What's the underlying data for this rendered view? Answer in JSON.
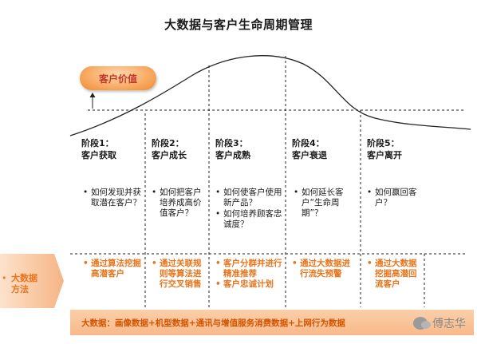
{
  "title": "大数据与客户生命周期管理",
  "customer_value": "客户价值",
  "stages": [
    {
      "head": [
        "阶段1：",
        "客户获取"
      ],
      "questions": [
        "如何发现并获取潜在客户？"
      ],
      "methods": [
        "通过算法挖掘高潜客户"
      ]
    },
    {
      "head": [
        "阶段2：",
        "客户成长"
      ],
      "questions": [
        "如何把客户培养成高价值客户？"
      ],
      "methods": [
        "通过关联规则等算法进行交叉销售"
      ]
    },
    {
      "head": [
        "阶段3：",
        "客户成熟"
      ],
      "questions": [
        "如何使客户使用新产品？",
        "如何培养顾客忠诚度？"
      ],
      "methods": [
        "客户分群并进行精准推荐",
        "客户忠诚计划"
      ]
    },
    {
      "head": [
        "阶段4：",
        "客户衰退"
      ],
      "questions": [
        "如何延长客户“生命周期”？"
      ],
      "methods": [
        "通过大数据进行流失预警"
      ]
    },
    {
      "head": [
        "阶段5：",
        "客户离开"
      ],
      "questions": [
        "如何赢回客户？"
      ],
      "methods": [
        "通过大数据挖掘高潜回流客户"
      ]
    }
  ],
  "left_label": {
    "bullet": "•",
    "line1": "大数据",
    "line2": "方法"
  },
  "bottom_bar": "大数据：画像数据+机型数据+通讯与增值服务消费数据+上网行为数据",
  "watermark": "傅志华",
  "colors": {
    "accent": "#e8741c",
    "bar": "#f7b98a",
    "pill": "#f7a45a"
  }
}
